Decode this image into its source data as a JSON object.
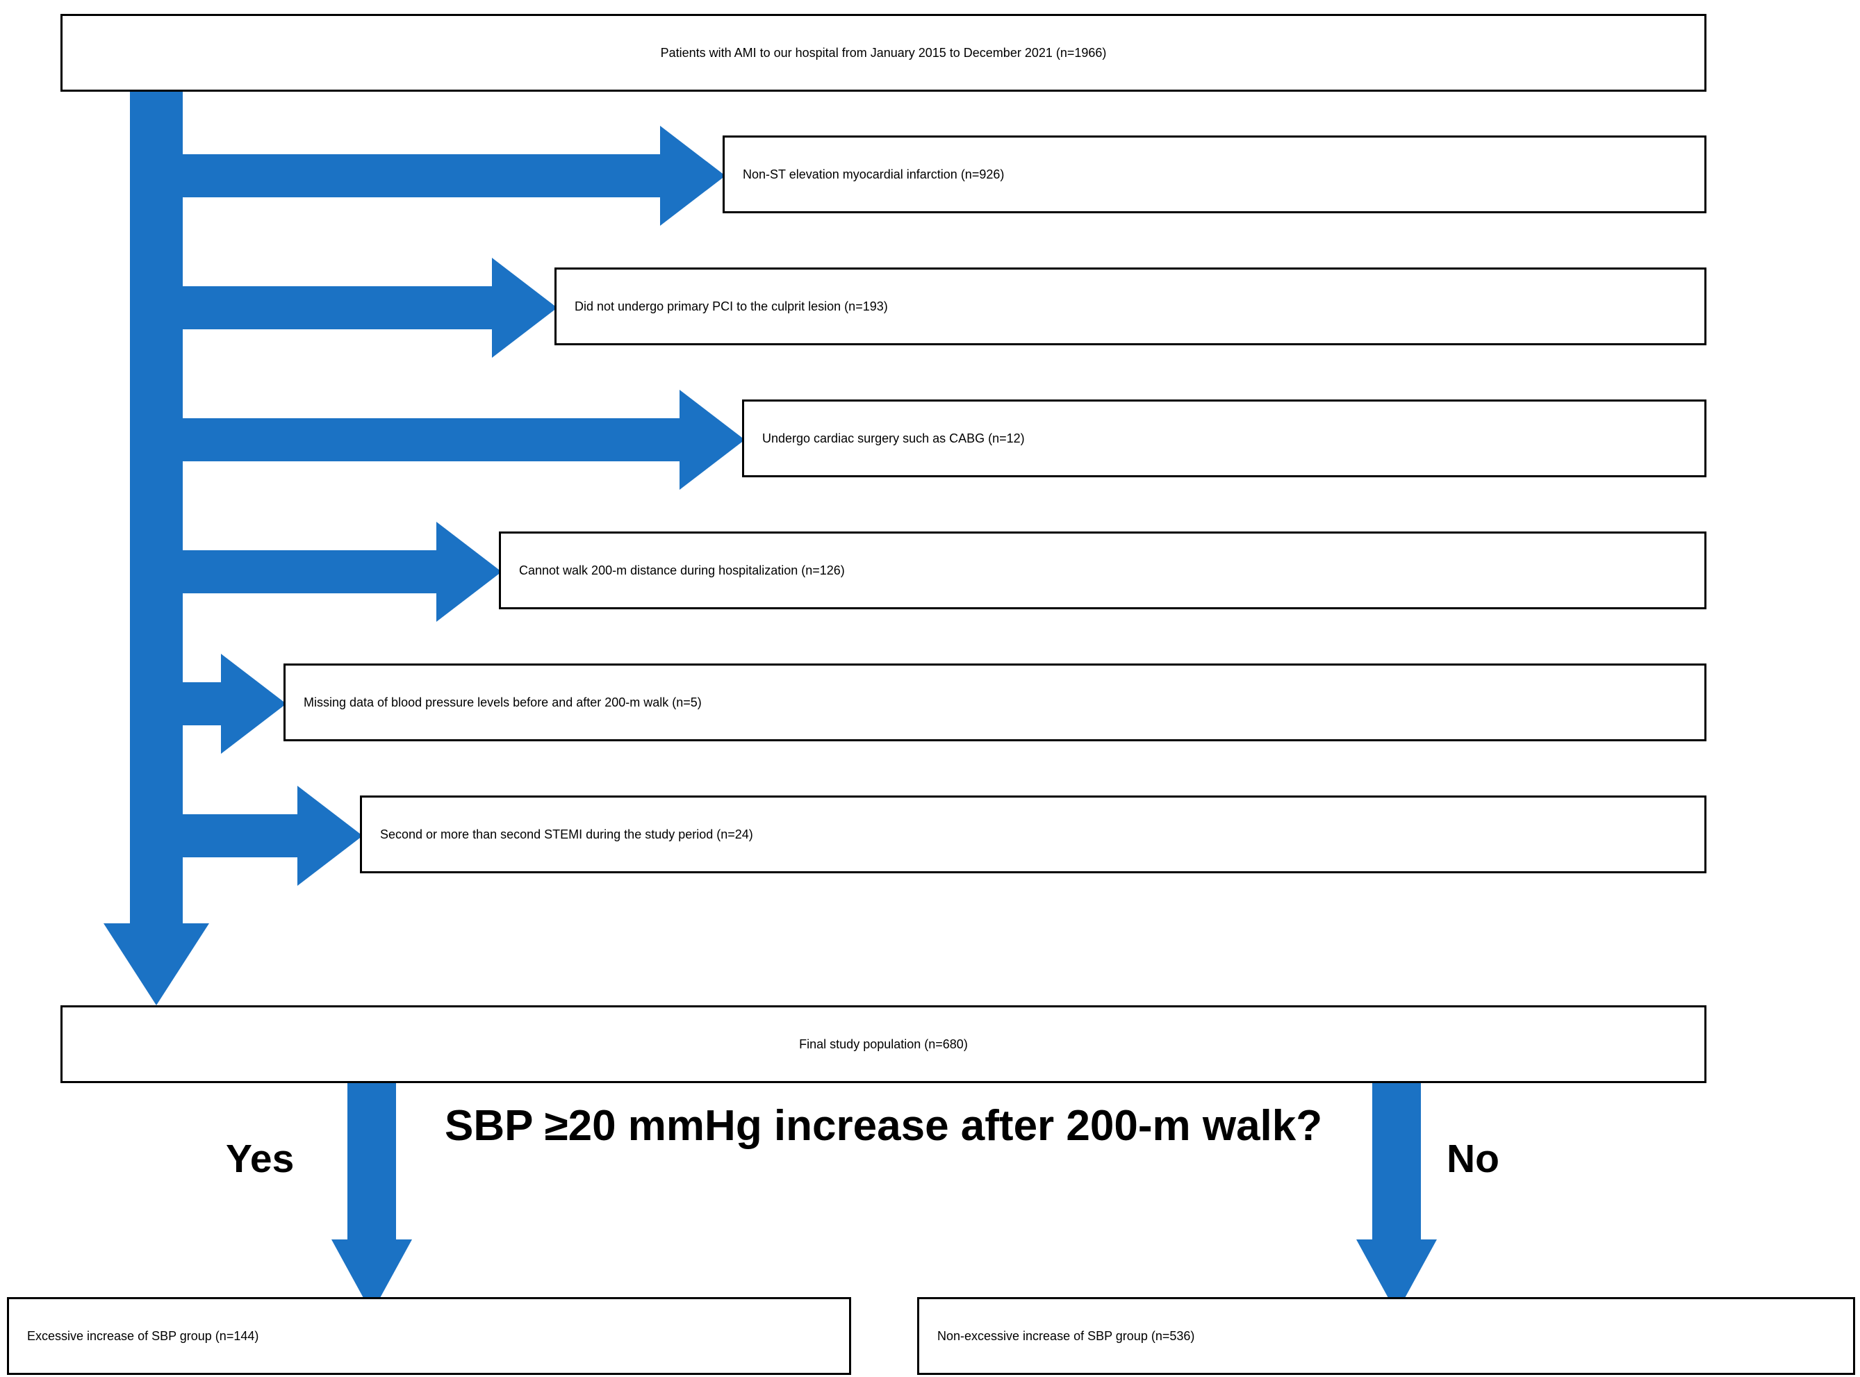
{
  "figure": {
    "type": "flowchart",
    "subject": "Patient selection flow diagram (STEMI / 200-m walk study)",
    "accent_color": "#1B72C4",
    "box_border_color": "#000000",
    "background_color": "#FFFFFF"
  },
  "source_box": {
    "label": "Patients with AMI to our hospital from January 2015 to December 2021 (n=1966)",
    "n": 1966
  },
  "exclusions": [
    {
      "label": "Non-ST elevation myocardial infarction (n=926)",
      "n": 926
    },
    {
      "label": "Did not undergo primary PCI to the culprit lesion (n=193)",
      "n": 193
    },
    {
      "label": "Undergo cardiac surgery such as CABG (n=12)",
      "n": 12
    },
    {
      "label": "Cannot walk 200-m distance during hospitalization (n=126)",
      "n": 126
    },
    {
      "label": "Missing data of blood pressure levels before and after 200-m walk (n=5)",
      "n": 5
    },
    {
      "label": "Second or more than second STEMI during the study period (n=24)",
      "n": 24
    }
  ],
  "final_population": {
    "label": "Final study population (n=680)",
    "n": 680
  },
  "decision": {
    "question": "SBP ≥20 mmHg increase after 200-m walk?",
    "yes_label": "Yes",
    "no_label": "No"
  },
  "outcome_groups": [
    {
      "label": "Excessive increase of SBP group (n=144)",
      "n": 144,
      "branch": "Yes"
    },
    {
      "label": "Non-excessive increase of SBP group (n=536)",
      "n": 536,
      "branch": "No"
    }
  ]
}
